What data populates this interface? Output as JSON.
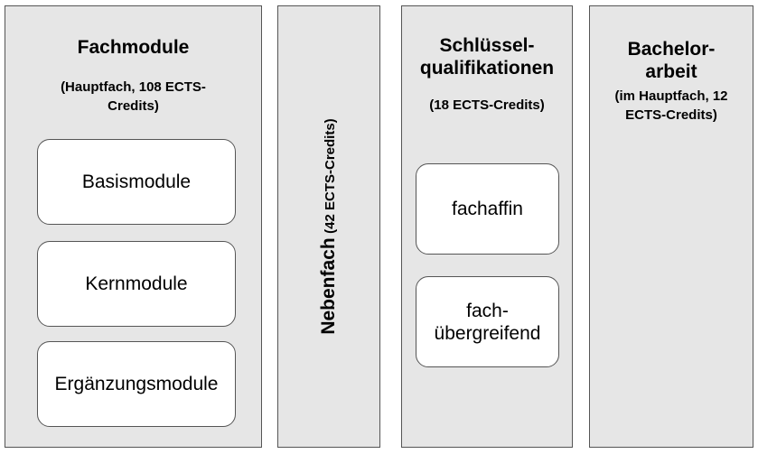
{
  "columns": {
    "fachmodule": {
      "title": "Fachmodule",
      "subtitle_lines": [
        "(Hauptfach, 108 ECTS-",
        "Credits)"
      ],
      "modules": [
        "Basismodule",
        "Kernmodule",
        "Ergänzungsmodule"
      ]
    },
    "nebenfach": {
      "title": "Nebenfach",
      "subtitle": "(42 ECTS-Credits)"
    },
    "schluesselqualifikationen": {
      "title_lines": [
        "Schlüssel-",
        "qualifikationen"
      ],
      "subtitle": "(18 ECTS-Credits)",
      "modules": [
        {
          "lines": [
            "fachaffin"
          ]
        },
        {
          "lines": [
            "fach-",
            "übergreifend"
          ]
        }
      ]
    },
    "bachelorarbeit": {
      "title_lines": [
        "Bachelor-",
        "arbeit"
      ],
      "subtitle_lines": [
        "(im Hauptfach, 12",
        "ECTS-Credits)"
      ]
    }
  },
  "colors": {
    "column_fill": "#e6e6e6",
    "box_fill": "#ffffff",
    "border": "#555555"
  }
}
